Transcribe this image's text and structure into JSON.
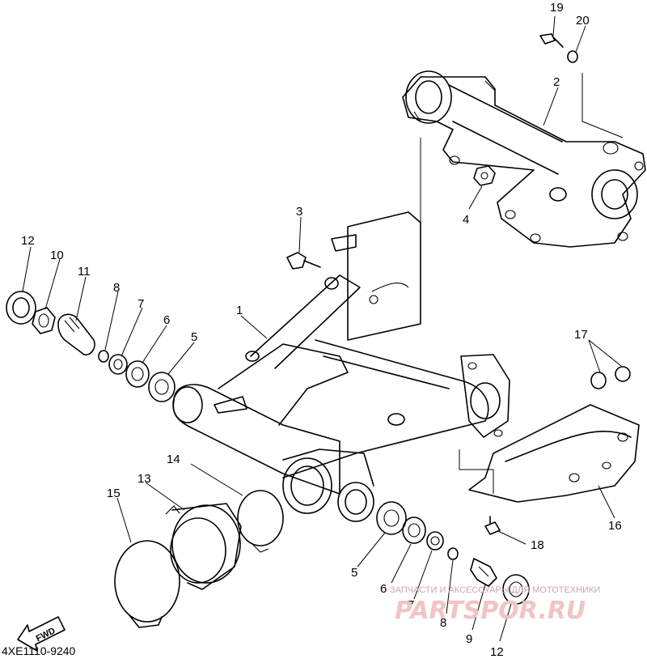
{
  "diagram": {
    "callouts": [
      {
        "id": "c19",
        "label": "19"
      },
      {
        "id": "c20",
        "label": "20"
      },
      {
        "id": "c2",
        "label": "2"
      },
      {
        "id": "c4",
        "label": "4"
      },
      {
        "id": "c3",
        "label": "3"
      },
      {
        "id": "c12a",
        "label": "12"
      },
      {
        "id": "c10",
        "label": "10"
      },
      {
        "id": "c11",
        "label": "11"
      },
      {
        "id": "c8a",
        "label": "8"
      },
      {
        "id": "c7a",
        "label": "7"
      },
      {
        "id": "c6a",
        "label": "6"
      },
      {
        "id": "c5a",
        "label": "5"
      },
      {
        "id": "c1",
        "label": "1"
      },
      {
        "id": "c17",
        "label": "17"
      },
      {
        "id": "c14",
        "label": "14"
      },
      {
        "id": "c13",
        "label": "13"
      },
      {
        "id": "c15",
        "label": "15"
      },
      {
        "id": "c16",
        "label": "16"
      },
      {
        "id": "c18",
        "label": "18"
      },
      {
        "id": "c5b",
        "label": "5"
      },
      {
        "id": "c6b",
        "label": "6"
      },
      {
        "id": "c7b",
        "label": "7"
      },
      {
        "id": "c8b",
        "label": "8"
      },
      {
        "id": "c9",
        "label": "9"
      },
      {
        "id": "c12b",
        "label": "12"
      }
    ],
    "figure_code": "4XE1110-9240",
    "fwd_label": "FWD"
  },
  "watermark": {
    "tagline": "ЗАПЧАСТИ И АКСЕССУАРЫ ДЛЯ МОТОТЕХНИКИ",
    "brand": "PARTSPOR.RU"
  }
}
